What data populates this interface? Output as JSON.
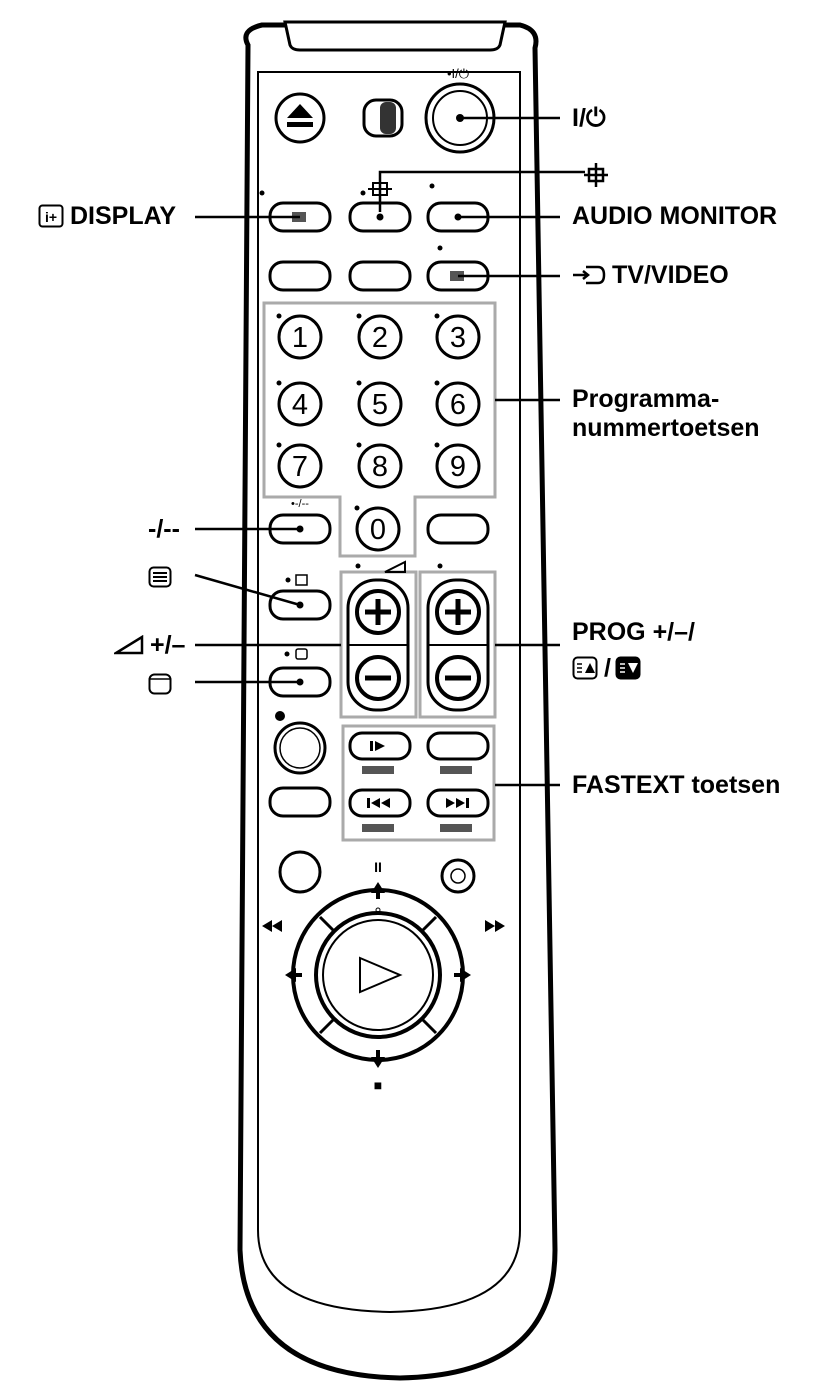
{
  "remote": {
    "power_mark": "•I/⏻",
    "number_keys": [
      "1",
      "2",
      "3",
      "4",
      "5",
      "6",
      "7",
      "8",
      "9",
      "0"
    ],
    "dash_key_mark": "•-/--",
    "pause_symbol": "II",
    "stop_symbol": "■"
  },
  "labels": {
    "power": "I/⏻",
    "display": "DISPLAY",
    "audio_monitor": "AUDIO MONITOR",
    "tv_video": "TV/VIDEO",
    "programma_line1": "Programma-",
    "programma_line2": "nummertoetsen",
    "dash": "-/--",
    "volume": "+/–",
    "prog_line1": "PROG +/–/",
    "fastext": "FASTEXT toetsen"
  },
  "colors": {
    "ink": "#000000",
    "body": "#ffffff",
    "button_fill": "#ffffff",
    "dark_mark": "#555555"
  }
}
